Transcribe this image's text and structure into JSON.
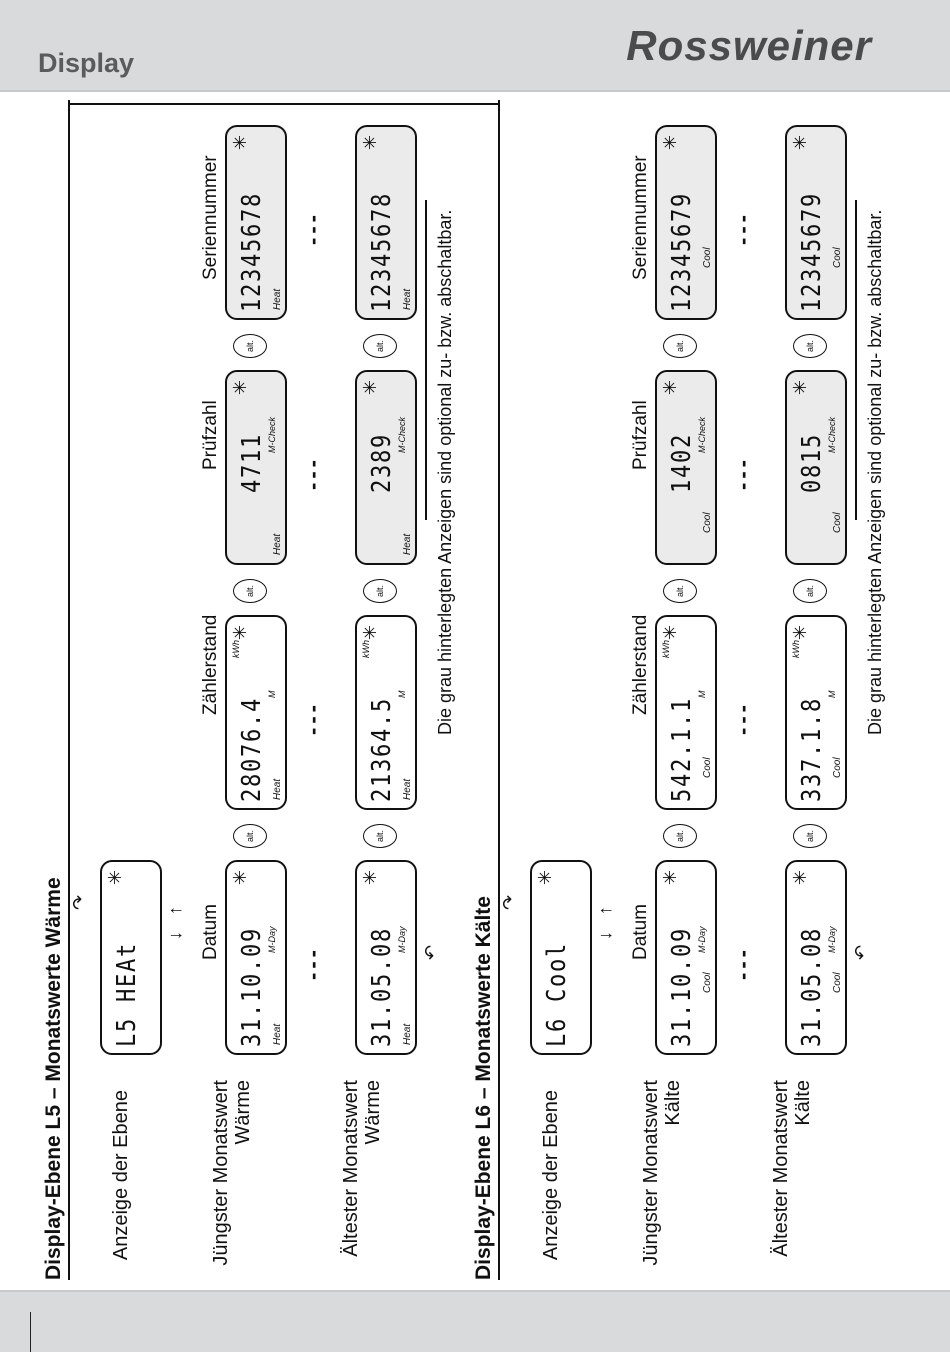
{
  "header": {
    "section": "Display",
    "brand": "Rossweiner"
  },
  "sections": [
    {
      "title": "Display-Ebene L5 – Monatswerte Wärme",
      "row_labels": {
        "level": "Anzeige der Ebene",
        "newest_1": "Jüngster Monatswert",
        "newest_2": "Wärme",
        "oldest_1": "Ältester Monatswert",
        "oldest_2": "Wärme"
      },
      "level_display": "L5  HEAt",
      "mode": "Heat",
      "column_heads": [
        "Datum",
        "Zählerstand",
        "Prüfzahl",
        "Seriennummer"
      ],
      "newest": {
        "date": "31.10.09",
        "date_sub": "M-Day",
        "reading": "28076.4",
        "reading_sub": "M",
        "unit": "kWh",
        "check": "4711",
        "check_sub": "M-Check",
        "serial": "12345678"
      },
      "oldest": {
        "date": "31.05.08",
        "date_sub": "M-Day",
        "reading": "21364.5",
        "reading_sub": "M",
        "unit": "kWh",
        "check": "2389",
        "check_sub": "M-Check",
        "serial": "12345678"
      }
    },
    {
      "title": "Display-Ebene L6 – Monatswerte Kälte",
      "row_labels": {
        "level": "Anzeige der Ebene",
        "newest_1": "Jüngster Monatswert",
        "newest_2": "Kälte",
        "oldest_1": "Ältester Monatswert",
        "oldest_2": "Kälte"
      },
      "level_display": "L6  Cool",
      "mode": "Cool",
      "column_heads": [
        "Datum",
        "Zählerstand",
        "Prüfzahl",
        "Seriennummer"
      ],
      "newest": {
        "date": "31.10.09",
        "date_sub": "M-Day",
        "reading": "542.1.1",
        "reading_sub": "M",
        "unit": "kWh",
        "check": "1402",
        "check_sub": "M-Check",
        "serial": "12345679"
      },
      "oldest": {
        "date": "31.05.08",
        "date_sub": "M-Day",
        "reading": "337.1.8",
        "reading_sub": "M",
        "unit": "kWh",
        "check": "0815",
        "check_sub": "M-Check",
        "serial": "12345679"
      }
    }
  ],
  "alt_label": "alt.",
  "ellipsis": "---",
  "star_icon": "✳",
  "note": "Die grau hinterlegten Anzeigen sind optional zu- bzw. abschaltbar.",
  "colors": {
    "header_bg": "#d9dadb",
    "optional_lcd_bg": "#ebebeb",
    "text": "#111111"
  }
}
